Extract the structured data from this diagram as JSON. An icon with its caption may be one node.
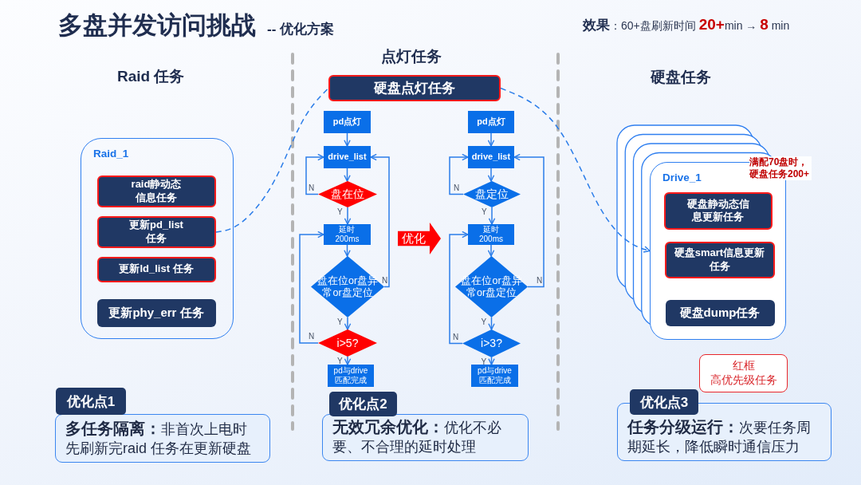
{
  "diagram": {
    "title": "多盘并发访问挑战",
    "nodes": [
      {
        "text": [
          "Raid_1"
        ]
      },
      {
        "text": [
          "raid静动态信息任务"
        ],
        "in": 0
      },
      {
        "text": [
          "更新pd_list任务"
        ],
        "in": 0
      },
      {
        "text": [
          "更新ld_list 任务"
        ],
        "in": 0
      },
      {
        "text": [
          "更新phy_err 任务"
        ],
        "in": 0
      },
      {
        "text": [
          "硬盘点灯任务"
        ]
      },
      {
        "text": [
          "pd点灯"
        ]
      },
      {
        "text": [
          "drive_list"
        ]
      },
      {
        "text": [
          "盘在位"
        ]
      },
      {
        "text": [
          "延时200ms"
        ]
      },
      {
        "text": [
          "盘在位or盘异常or盘定位"
        ]
      },
      {
        "text": [
          "i>5?"
        ]
      },
      {
        "text": [
          "pd与drive匹配完成"
        ]
      },
      {
        "text": [
          "pd点灯"
        ]
      },
      {
        "text": [
          "drive_list"
        ]
      },
      {
        "text": [
          "盘定位"
        ]
      },
      {
        "text": [
          "延时200ms"
        ]
      },
      {
        "text": [
          "盘在位or盘异常or盘定位"
        ]
      },
      {
        "text": [
          "i>3?"
        ]
      },
      {
        "text": [
          "pd与drive匹配完成"
        ]
      },
      {
        "text": [
          "优化"
        ]
      },
      {
        "text": [
          "Drive_1"
        ]
      },
      {
        "text": [
          "硬盘静动态信息更新任务"
        ],
        "in": 21
      },
      {
        "text": [
          "硬盘smart信息更新任务"
        ],
        "in": 21
      },
      {
        "text": [
          "硬盘dump任务"
        ],
        "in": 21
      },
      {
        "text": [
          "红框",
          "高优先级任务"
        ]
      },
      {
        "text": [
          "优化点1"
        ]
      },
      {
        "text": [
          "**多任务隔离：**非首次上电时先刷新完raid 任务在更新硬盘"
        ]
      },
      {
        "text": [
          "优化点2"
        ]
      },
      {
        "text": [
          "**无效冗余优化：**优化不必要、不合理的延时处理"
        ]
      },
      {
        "text": [
          "优化点3"
        ]
      },
      {
        "text": [
          "**任务分级运行：**次要任务周期延长，降低瞬时通信压力"
        ]
      }
    ],
    "edges": [
      {
        "from": 2,
        "to": 5,
        "arrow": "none",
        "style": "dashed"
      },
      {
        "from": 5,
        "to": 21,
        "arrow": "to",
        "style": "dashed"
      },
      {
        "from": 6,
        "to": 7,
        "arrow": "to"
      },
      {
        "from": 7,
        "to": 8,
        "arrow": "to"
      },
      {
        "from": 8,
        "to": 7,
        "arrow": "to",
        "label": "N"
      },
      {
        "from": 8,
        "to": 9,
        "arrow": "to",
        "label": "Y"
      },
      {
        "from": 9,
        "to": 10,
        "arrow": "to"
      },
      {
        "from": 10,
        "to": 7,
        "arrow": "to",
        "label": "N"
      },
      {
        "from": 10,
        "to": 11,
        "arrow": "to",
        "label": "Y"
      },
      {
        "from": 11,
        "to": 9,
        "arrow": "to",
        "label": "N"
      },
      {
        "from": 11,
        "to": 12,
        "arrow": "to",
        "label": "Y"
      },
      {
        "from": 13,
        "to": 14,
        "arrow": "to"
      },
      {
        "from": 14,
        "to": 15,
        "arrow": "to"
      },
      {
        "from": 15,
        "to": 14,
        "arrow": "to",
        "label": "N"
      },
      {
        "from": 15,
        "to": 16,
        "arrow": "to",
        "label": "Y"
      },
      {
        "from": 16,
        "to": 17,
        "arrow": "to"
      },
      {
        "from": 17,
        "to": 14,
        "arrow": "to",
        "label": "N"
      },
      {
        "from": 17,
        "to": 18,
        "arrow": "to",
        "label": "Y"
      },
      {
        "from": 18,
        "to": 16,
        "arrow": "to",
        "label": "N"
      },
      {
        "from": 18,
        "to": 19,
        "arrow": "to",
        "label": "Y"
      }
    ],
    "labels": [
      "-- 优化方案",
      "**效果**：60+盘刷新时间 **20+**min → **8** min",
      "Raid 任务",
      "点灯任务",
      "硬盘任务",
      "满配70盘时，硬盘任务200+"
    ]
  }
}
